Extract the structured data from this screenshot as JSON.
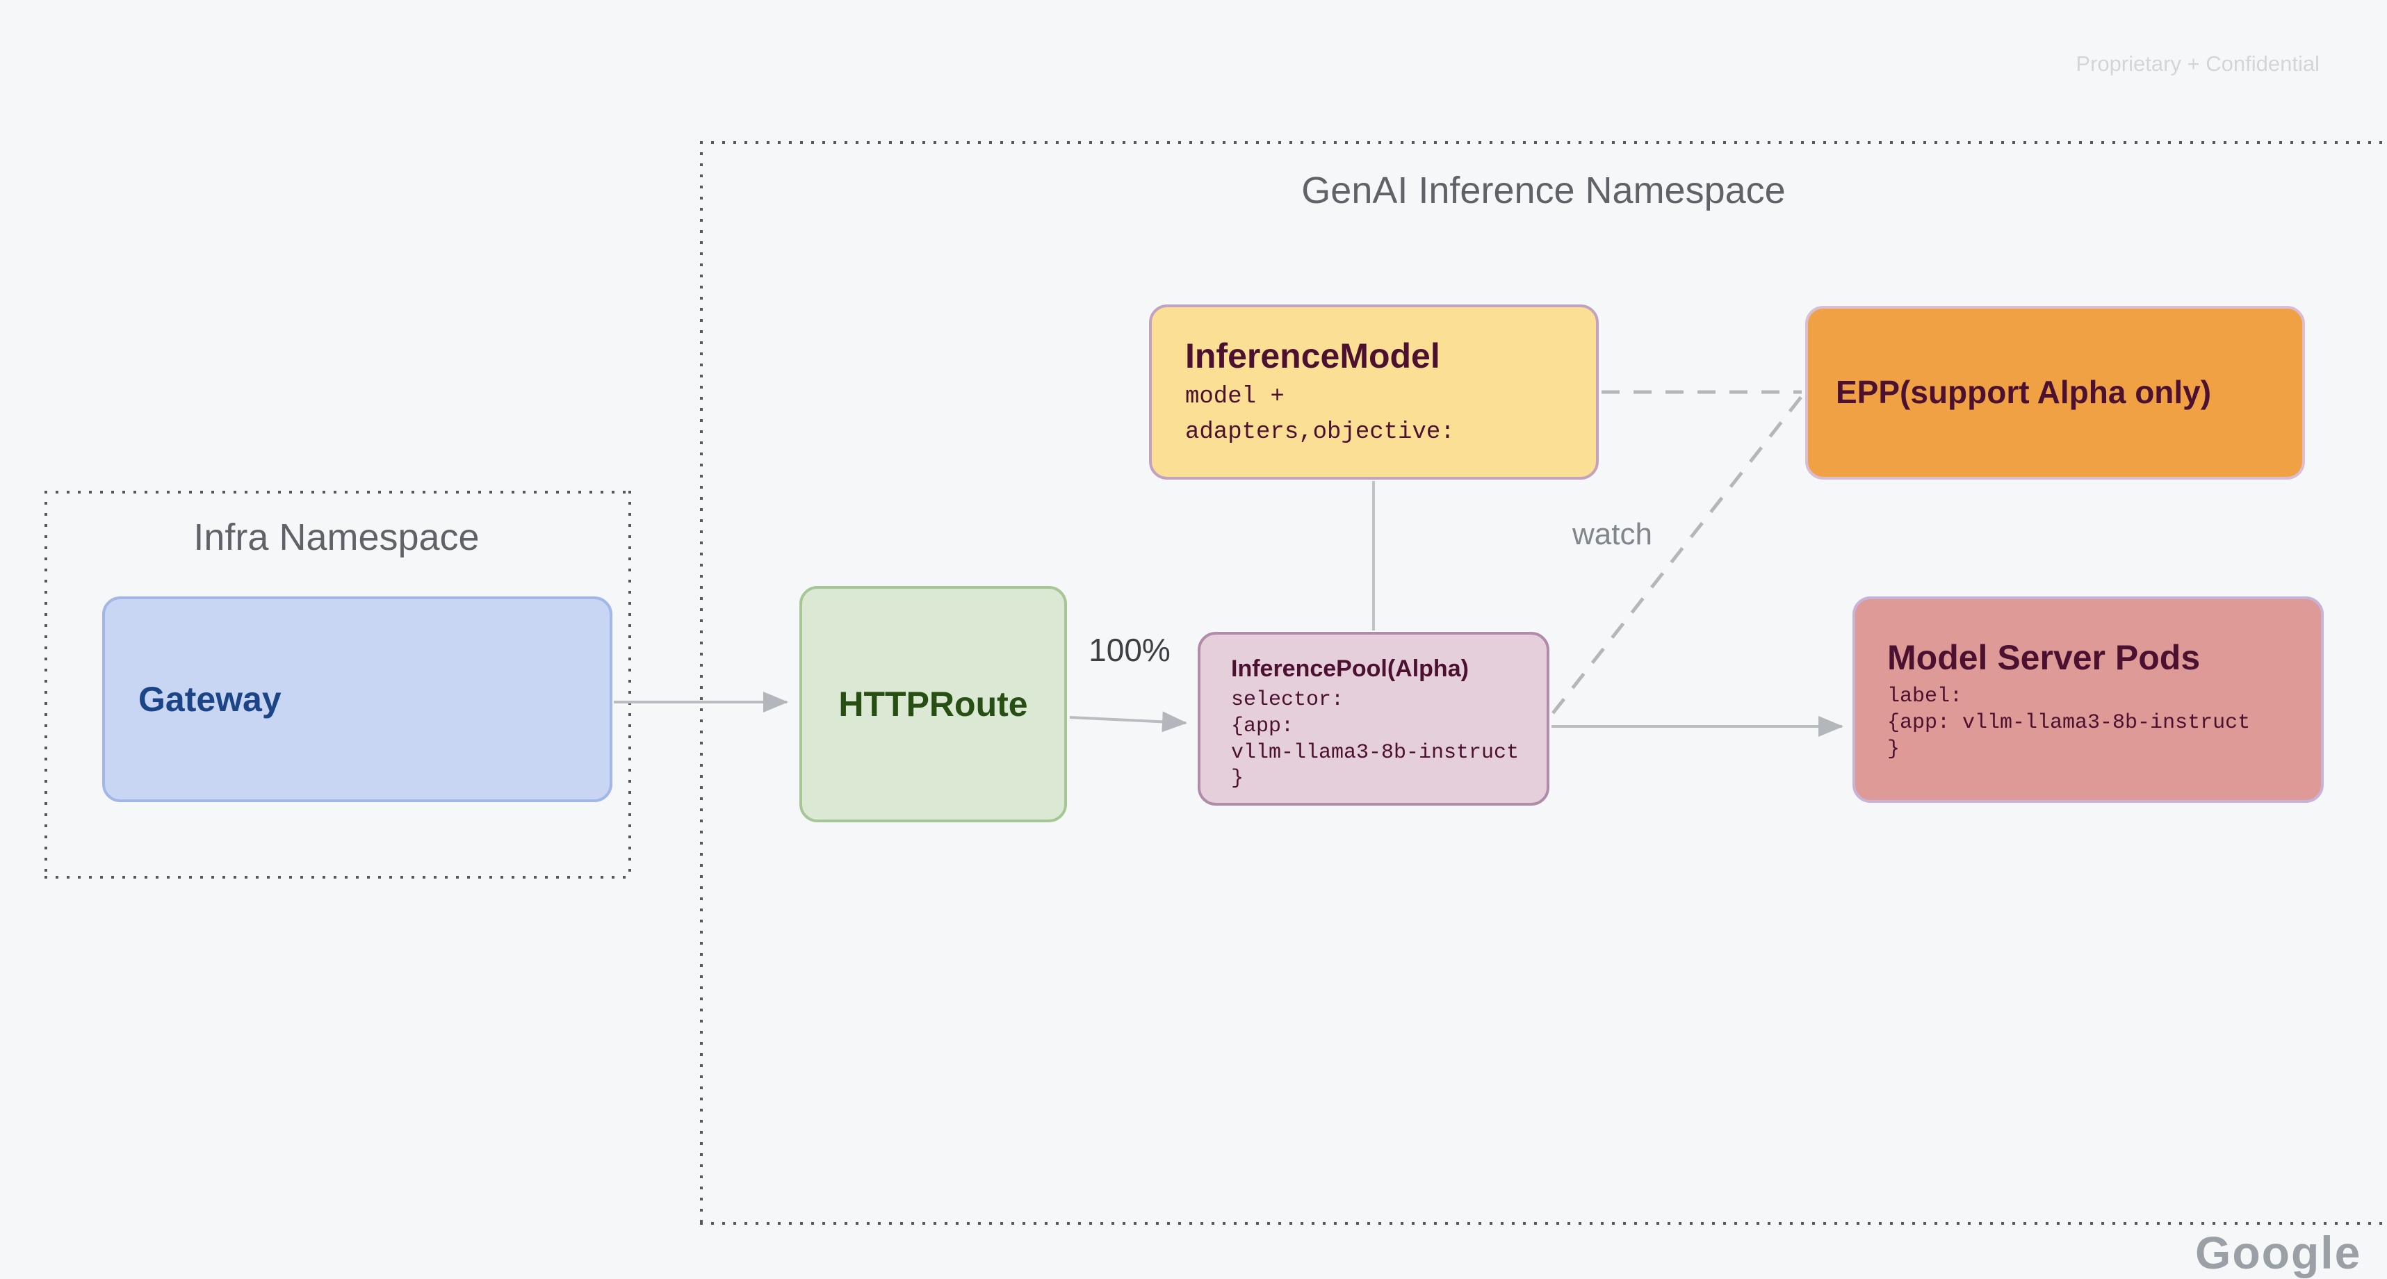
{
  "page": {
    "background": "#f6f7f9",
    "watermark": "Proprietary + Confidential",
    "partial_footer_logo": "Google"
  },
  "namespaces": {
    "genai": {
      "title": "GenAI Inference Namespace"
    },
    "infra": {
      "title": "Infra Namespace"
    }
  },
  "nodes": {
    "gateway": {
      "title": "Gateway",
      "fill": "#c8d6f4",
      "border": "#a2b6e8",
      "text_color": "#1c4587"
    },
    "httproute": {
      "title": "HTTPRoute",
      "fill": "#dbe9d4",
      "border": "#a6c795",
      "text_color": "#274e13"
    },
    "inference_model": {
      "title": "InferenceModel",
      "body_lines": [
        "model +",
        "adapters,objective:"
      ],
      "fill": "#fbdf94",
      "border": "#c2a3bf",
      "text_color": "#4c1130"
    },
    "epp": {
      "title": "EPP(support Alpha only)",
      "fill": "#f0a144",
      "border": "#d9bdd5",
      "text_color": "#4c1130"
    },
    "inference_pool": {
      "title": "InferencePool(Alpha)",
      "body_lines": [
        "selector:",
        "{app:",
        "vllm-llama3-8b-instruct",
        "}"
      ],
      "fill": "#e5cfda",
      "border": "#b18ca9",
      "text_color": "#4c1130"
    },
    "model_server_pods": {
      "title": "Model Server Pods",
      "body_lines": [
        "label:",
        "{app: vllm-llama3-8b-instruct",
        "}"
      ],
      "fill": "#dd9a96",
      "border": "#c6b3d7",
      "text_color": "#4c1130"
    }
  },
  "edges": {
    "route_weight_label": "100%",
    "watch_label": "watch",
    "connections": [
      {
        "from": "gateway",
        "to": "httproute",
        "style": "solid-arrow"
      },
      {
        "from": "httproute",
        "to": "inference_pool",
        "style": "solid-arrow",
        "label": "100%"
      },
      {
        "from": "inference_pool",
        "to": "model_server_pods",
        "style": "solid-arrow"
      },
      {
        "from": "inference_model",
        "to": "inference_pool",
        "style": "solid-line"
      },
      {
        "from": "inference_model",
        "to": "epp",
        "style": "dashed-line"
      },
      {
        "from": "inference_pool",
        "to": "epp",
        "style": "dashed-line",
        "label": "watch"
      }
    ]
  }
}
